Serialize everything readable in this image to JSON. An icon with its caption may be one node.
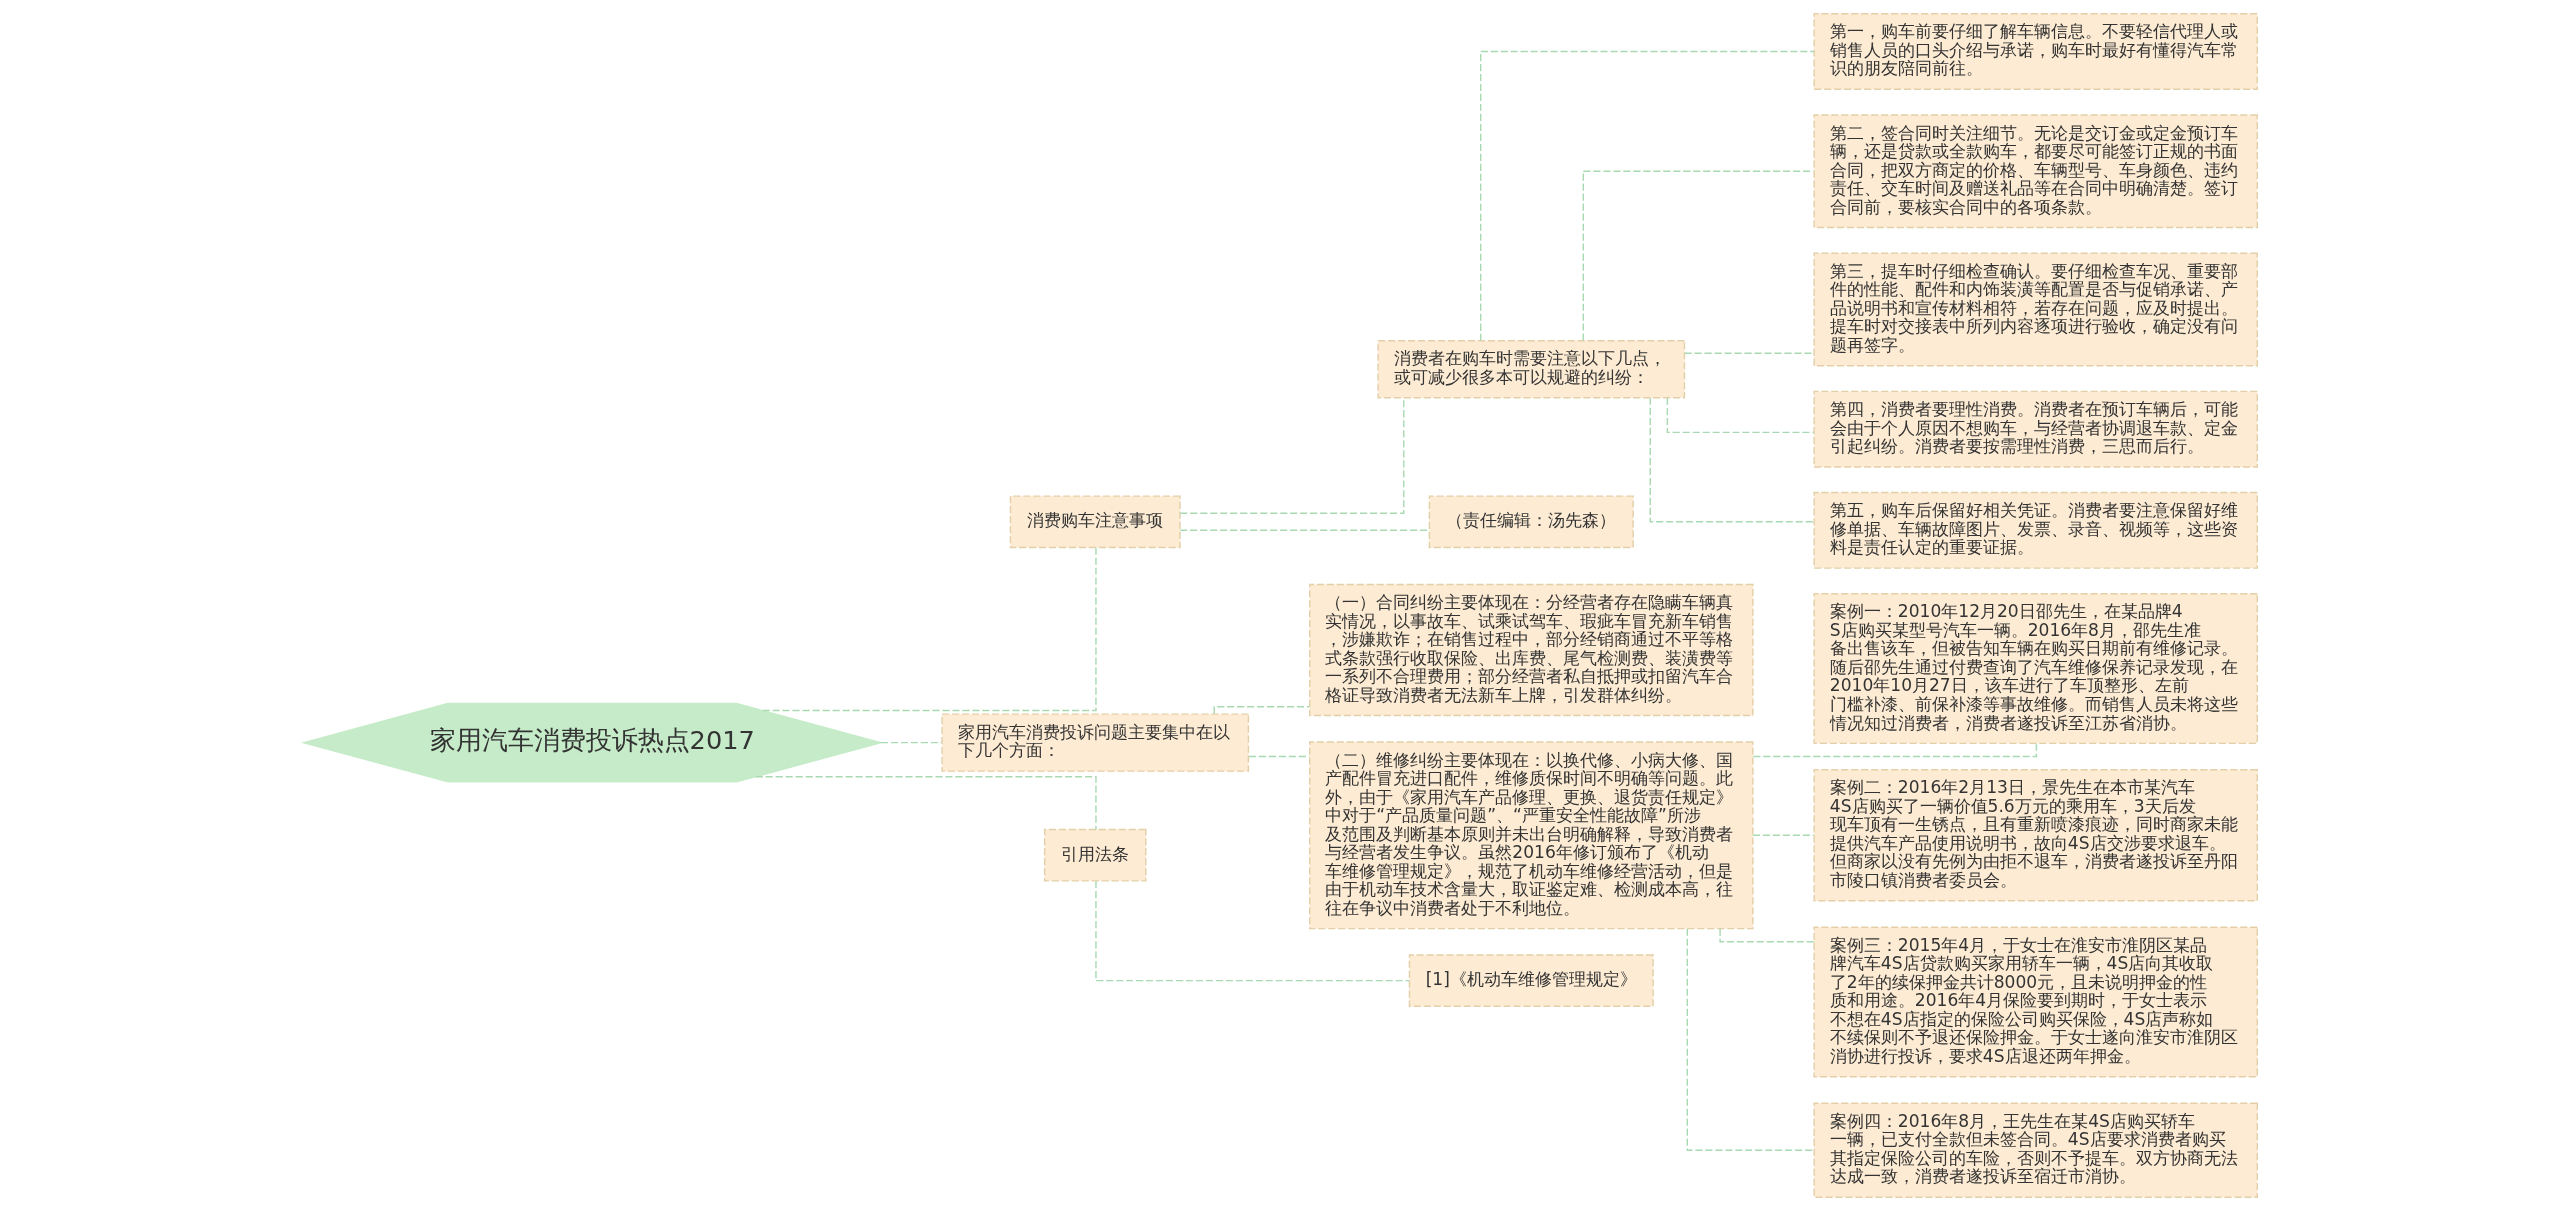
{
  "diagram": {
    "nodes": [
      {
        "text": [
          "家用汽车消费投诉热点2017"
        ]
      },
      {
        "text": [
          "消费购车注意事项"
        ]
      },
      {
        "text": [
          "消费者在购车时需要注意以下几点，或可减少很多本可以规避的纠纷："
        ]
      },
      {
        "text": [
          "第一，购车前要仔细了解车辆信息。不要轻信代理人或销售人员的口头介绍与承诺，购车时最好有懂得汽车常识的朋友陪同前往。"
        ]
      },
      {
        "text": [
          "第二，签合同时关注细节。无论是交订金或定金预订车辆，还是贷款或全款购车，都要尽可能签订正规的书面合同，把双方商定的价格、车辆型号、车身颜色、违约责任、交车时间及赠送礼品等在合同中明确清楚。签订合同前，要核实合同中的各项条款。"
        ]
      },
      {
        "text": [
          "第三，提车时仔细检查确认。要仔细检查车况、重要部件的性能、配件和内饰装潢等配置是否与促销承诺、产品说明书和宣传材料相符，若存在问题，应及时提出。提车时对交接表中所列内容逐项进行验收，确定没有问题再签字。"
        ]
      },
      {
        "text": [
          "第四，消费者要理性消费。消费者在预订车辆后，可能会由于个人原因不想购车，与经营者协调退车款、定金引起纠纷。消费者要按需理性消费，三思而后行。"
        ]
      },
      {
        "text": [
          "第五，购车后保留好相关凭证。消费者要注意保留好维修单据、车辆故障图片、发票、录音、视频等，这些资料是责任认定的重要证据。"
        ]
      },
      {
        "text": [
          "（责任编辑：汤先森）"
        ]
      },
      {
        "text": [
          "家用汽车消费投诉问题主要集中在以下几个方面："
        ]
      },
      {
        "text": [
          "（一）合同纠纷主要体现在：分经营者存在隐瞒车辆真实情况，以事故车、试乘试驾车、瑕疵车冒充新车销售，涉嫌欺诈；在销售过程中，部分经销商通过不平等格式条款强行收取保险、出库费、尾气检测费、装潢费等一系列不合理费用；部分经营者私自抵押或扣留汽车合格证导致消费者无法新车上牌，引发群体纠纷。"
        ]
      },
      {
        "text": [
          "（二）维修纠纷主要体现在：以换代修、小病大修、国产配件冒充进口配件，维修质保时间不明确等问题。此外，由于《家用汽车产品修理、更换、退货责任规定》中对于“产品质量问题”、“严重安全性能故障”所涉及范围及判断基本原则并未出台明确解释，导致消费者与经营者发生争议。虽然2016年修订颁布了《机动车维修管理规定》，规范了机动车维修经营活动，但是由于机动车技术含量大，取证鉴定难、检测成本高，往往在争议中消费者处于不利地位。"
        ]
      },
      {
        "text": [
          "案例一：2010年12月20日邵先生，在某品牌4S店购买某型号汽车一辆。2016年8月，邵先生准备出售该车，但被告知车辆在购买日期前有维修记录。随后邵先生通过付费查询了汽车维修保养记录发现，在2010年10月27日，该车进行了车顶整形、左前门槛补漆、前保补漆等事故维修。而销售人员未将这些情况知过消费者，消费者遂投诉至江苏省消协。"
        ]
      },
      {
        "text": [
          "案例二：2016年2月13日，景先生在本市某汽车4S店购买了一辆价值5.6万元的乘用车，3天后发现车顶有一生锈点，且有重新喷漆痕迹，同时商家未能提供汽车产品使用说明书，故向4S店交涉要求退车。但商家以没有先例为由拒不退车，消费者遂投诉至丹阳市陵口镇消费者委员会。"
        ]
      },
      {
        "text": [
          "案例三：2015年4月，于女士在淮安市淮阴区某品牌汽车4S店贷款购买家用轿车一辆，4S店向其收取了2年的续保押金共计8000元，且未说明押金的性质和用途。2016年4月保险要到期时，于女士表示不想在4S店指定的保险公司购买保险，4S店声称如不续保则不予退还保险押金。于女士遂向淮安市淮阴区消协进行投诉，要求4S店退还两年押金。"
        ]
      },
      {
        "text": [
          "案例四：2016年8月，王先生在某4S店购买轿车一辆，已支付全款但未签合同。4S店要求消费者购买其指定保险公司的车险，否则不予提车。双方协商无法达成一致，消费者遂投诉至宿迁市消协。"
        ]
      },
      {
        "text": [
          "引用法条"
        ]
      },
      {
        "text": [
          "[1]《机动车维修管理规定》"
        ]
      }
    ],
    "edges": [
      {
        "from": 0,
        "to": 1,
        "arrow": "none",
        "style": "dashed"
      },
      {
        "from": 1,
        "to": 2,
        "arrow": "none",
        "style": "dashed"
      },
      {
        "from": 2,
        "to": 3,
        "arrow": "none",
        "style": "dashed"
      },
      {
        "from": 2,
        "to": 4,
        "arrow": "none",
        "style": "dashed"
      },
      {
        "from": 2,
        "to": 5,
        "arrow": "none",
        "style": "dashed"
      },
      {
        "from": 2,
        "to": 6,
        "arrow": "none",
        "style": "dashed"
      },
      {
        "from": 2,
        "to": 7,
        "arrow": "none",
        "style": "dashed"
      },
      {
        "from": 1,
        "to": 8,
        "arrow": "none",
        "style": "dashed"
      },
      {
        "from": 0,
        "to": 9,
        "arrow": "none",
        "style": "dashed"
      },
      {
        "from": 9,
        "to": 10,
        "arrow": "none",
        "style": "dashed"
      },
      {
        "from": 9,
        "to": 11,
        "arrow": "none",
        "style": "dashed"
      },
      {
        "from": 11,
        "to": 12,
        "arrow": "none",
        "style": "dashed"
      },
      {
        "from": 11,
        "to": 13,
        "arrow": "none",
        "style": "dashed"
      },
      {
        "from": 11,
        "to": 14,
        "arrow": "none",
        "style": "dashed"
      },
      {
        "from": 11,
        "to": 15,
        "arrow": "none",
        "style": "dashed"
      },
      {
        "from": 0,
        "to": 16,
        "arrow": "none",
        "style": "dashed"
      },
      {
        "from": 16,
        "to": 17,
        "arrow": "none",
        "style": "dashed"
      }
    ]
  }
}
